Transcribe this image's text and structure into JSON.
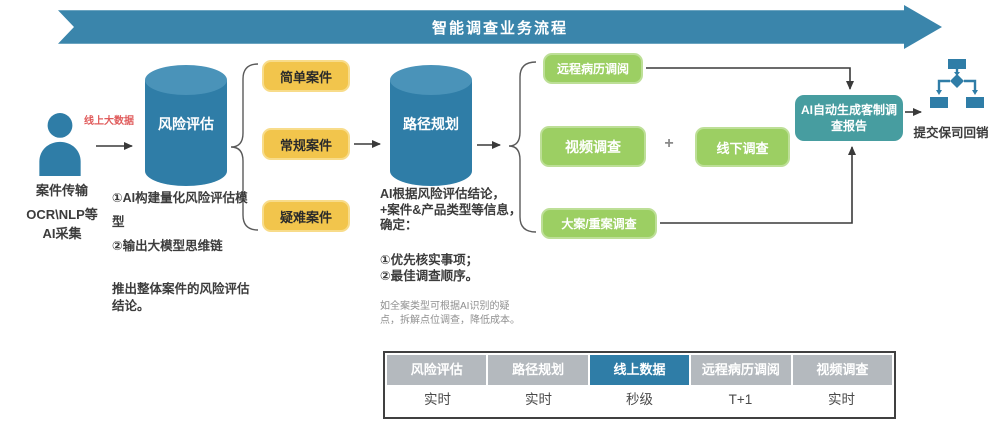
{
  "banner": {
    "title": "智能调查业务流程"
  },
  "source": {
    "person_label": "案件传输",
    "person_sublabel": "OCR\\NLP等\nAI采集",
    "arrow_label": "线上大数据"
  },
  "stage1": {
    "cylinder": "风险评估",
    "notes": [
      "①AI构建量化风险评估模型",
      "②输出大模型思维链",
      "推出整体案件的风险评估结论。"
    ],
    "cases": [
      "简单案件",
      "常规案件",
      "疑难案件"
    ]
  },
  "stage2": {
    "cylinder": "路径规划",
    "note_intro": "AI根据风险评估结论，+案件&产品类型等信息，确定：",
    "note_items": "①优先核实事项；\n②最佳调查顺序。",
    "note_small": "如全案类型可根据AI识别的疑点，拆解点位调查，降低成本。"
  },
  "stage3": {
    "branches": [
      "远程病历调阅",
      "视频调查",
      "线下调查",
      "大案/重案调查"
    ],
    "plus": "+"
  },
  "report": {
    "label": "AI自动生成客制调查报告"
  },
  "submit": {
    "label": "提交保司回销"
  },
  "table": {
    "headers": [
      "风险评估",
      "路径规划",
      "线上数据",
      "远程病历调阅",
      "视频调查"
    ],
    "highlight_index": 2,
    "values": [
      "实时",
      "实时",
      "秒级",
      "T+1",
      "实时"
    ]
  },
  "colors": {
    "banner_blue": "#3A85AB",
    "blue": "#2F7DA7",
    "blue_light": "#4A93B9",
    "yellow": "#F2C54C",
    "yellow_border": "#F8DC8A",
    "green": "#9CCF63",
    "green_border": "#BDDF97",
    "teal": "#479DA0",
    "red_label": "#E05C5C",
    "gray_header": "#B4B9BE",
    "text_dark": "#3C3C3C",
    "text_gray": "#8F8F8F",
    "line": "#3A3A3A"
  }
}
